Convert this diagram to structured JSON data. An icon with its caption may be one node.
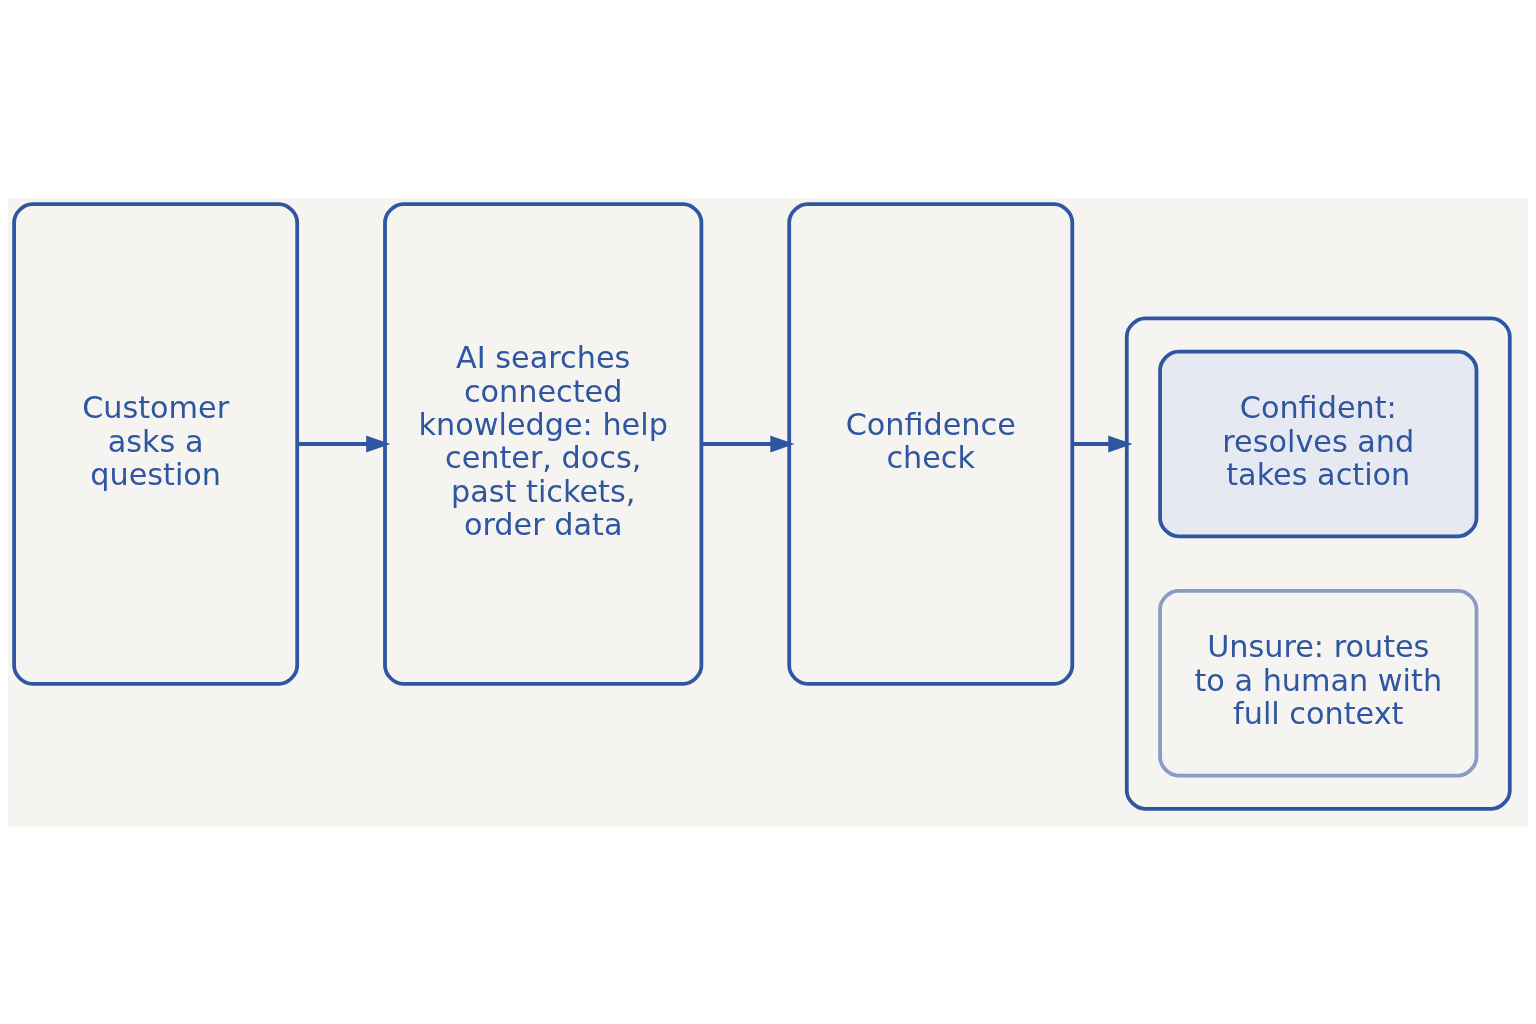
{
  "diagram": {
    "nodes": [
      {
        "text": [
          "Customer asks a question"
        ]
      },
      {
        "text": [
          "AI searches connected knowledge: help center, docs, past tickets, order data"
        ]
      },
      {
        "text": [
          "Confidence check"
        ]
      },
      {
        "text": [],
        "shape": "box"
      },
      {
        "text": [
          "Confident: resolves and takes action"
        ],
        "in": 3
      },
      {
        "text": [
          "Unsure: routes to a human with full context"
        ],
        "in": 3
      }
    ],
    "edges": [
      {
        "from": 0,
        "to": 1,
        "arrow": "to"
      },
      {
        "from": 1,
        "to": 2,
        "arrow": "to"
      },
      {
        "from": 2,
        "to": 3,
        "arrow": "to"
      }
    ]
  }
}
